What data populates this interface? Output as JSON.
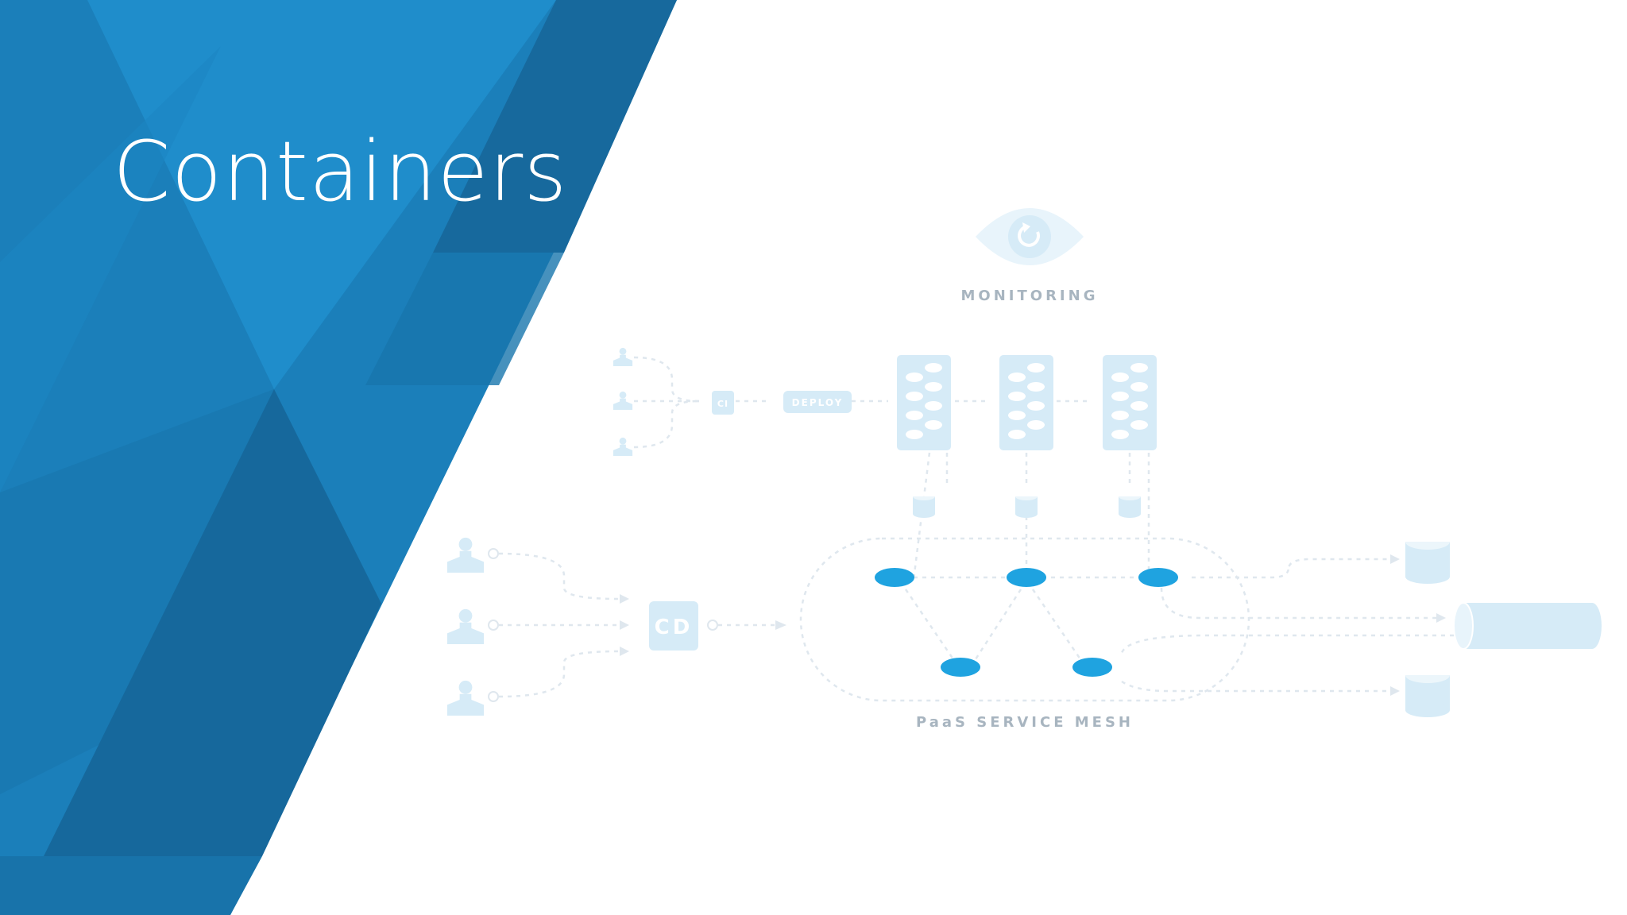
{
  "slide": {
    "title": "Containers"
  },
  "colors": {
    "panel_base": "#1b7fba",
    "panel_light": "#1f8dcb",
    "panel_dark": "#16689c",
    "diagram_light": "#d6ebf7",
    "node_blue": "#1fa3e0",
    "connector": "#dfe7ee",
    "label_gray": "#a8b5c0"
  },
  "diagram": {
    "monitoring_label": "MONITORING",
    "ci_label": "CI",
    "deploy_label": "DEPLOY",
    "cd_label": "CD",
    "mesh_label": "PaaS SERVICE MESH"
  },
  "icons": [
    "eye-icon",
    "refresh-icon",
    "user-icon",
    "server-rack-icon",
    "database-icon",
    "pipe-icon"
  ]
}
